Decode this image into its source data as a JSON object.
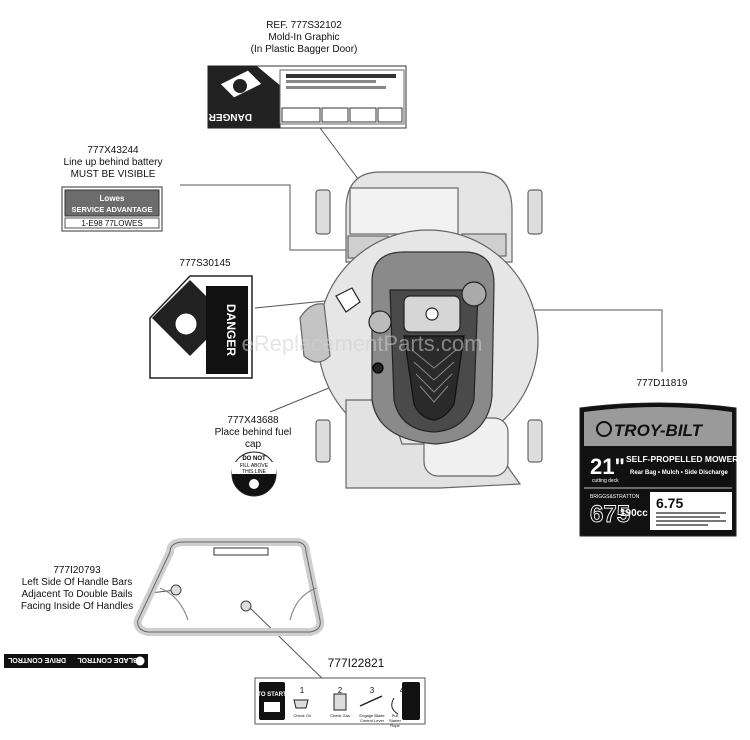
{
  "callouts": {
    "bagger": {
      "part": "REF. 777S32102",
      "line1": "Mold-In Graphic",
      "line2": "(In Plastic Bagger Door)"
    },
    "battery": {
      "part": "777X43244",
      "line1": "Line up behind battery",
      "line2": "MUST BE VISIBLE"
    },
    "danger_side": {
      "part": "777S30145"
    },
    "fuel": {
      "part": "777X43688",
      "line1": "Place behind fuel",
      "line2": "cap"
    },
    "brand": {
      "part": "777D11819"
    },
    "handle": {
      "part": "777I20793",
      "line1": "Left Side Of Handle Bars",
      "line2": "Adjacent To Double Bails",
      "line3": "Facing Inside Of Handles"
    },
    "start": {
      "part": "777I22821"
    }
  },
  "decals": {
    "danger_word": "DANGER",
    "lowes": {
      "title": "Lowes",
      "subtitle": "SERVICE ADVANTAGE",
      "phone": "1-E98 77LOWES"
    },
    "fuel_tag": {
      "l1": "DO NOT",
      "l2": "FILL ABOVE",
      "l3": "THIS LINE"
    },
    "brand_plate": {
      "logo": "TROY-BILT",
      "size": "21\"",
      "size_sub": "cutting deck",
      "model": "SELF-PROPELLED MOWER",
      "features": "Rear Bag • Mulch • Side Discharge",
      "engine_brand": "BRIGGS&STRATTON",
      "series": "675",
      "cc": "190cc",
      "torque": "6.75"
    },
    "handle_strip": {
      "left": "DRIVE CONTROL",
      "right": "BLADE CONTROL"
    },
    "start_steps": {
      "title": "TO START",
      "steps": [
        "1",
        "2",
        "3",
        "4"
      ],
      "captions": [
        "Check Oil",
        "Check Gas",
        "Engage Blade Control Lever",
        "Pull Starter Rope"
      ]
    }
  },
  "watermark": "eReplacementParts.com",
  "colors": {
    "outline": "#555555",
    "fill_light": "#d9d9d9",
    "fill_mid": "#9a9a9a",
    "fill_dark": "#1b1b1b"
  }
}
